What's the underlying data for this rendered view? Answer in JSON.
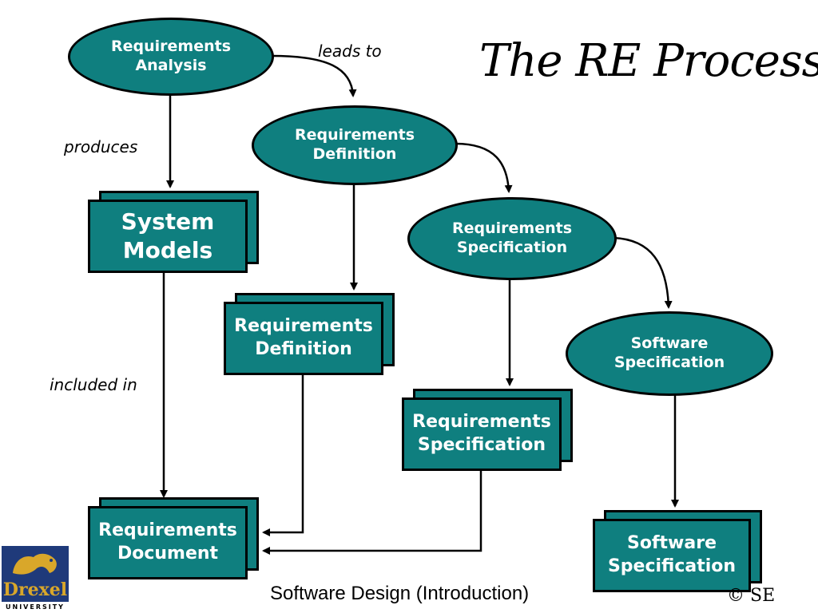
{
  "title": "The RE Process",
  "processes": {
    "analysis": "Requirements\nAnalysis",
    "definition": "Requirements\nDefinition",
    "specification": "Requirements\nSpecification",
    "software_spec": "Software\nSpecification"
  },
  "documents": {
    "system_models": "System\nModels",
    "req_definition": "Requirements\nDefinition",
    "req_specification": "Requirements\nSpecification",
    "req_document": "Requirements\nDocument",
    "software_spec": "Software\nSpecification"
  },
  "labels": {
    "leads_to": "leads to",
    "produces": "produces",
    "included_in": "included in"
  },
  "footer": {
    "course": "Software Design (Introduction)",
    "copyright": "© SE"
  },
  "logo": {
    "name": "Drexel",
    "subtitle": "UNIVERSITY"
  },
  "colors": {
    "shape_fill": "#0f7f7f",
    "text": "#ffffff"
  }
}
